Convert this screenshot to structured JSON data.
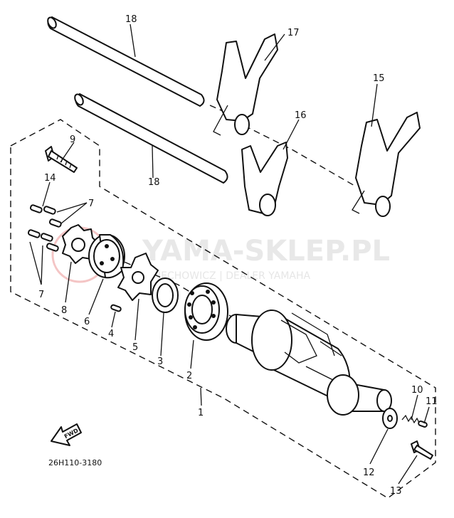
{
  "watermark": {
    "title": "YAMA-SKLEP.PL",
    "subtitle": "JECHOWICZ | DEALER YAMAHA",
    "color": "#d94040"
  },
  "diagram": {
    "part_code": "26H110-3180",
    "fwd_label": "FWD",
    "callouts": {
      "c1": "1",
      "c2": "2",
      "c3": "3",
      "c4": "4",
      "c5": "5",
      "c6": "6",
      "c7a": "7",
      "c7b": "7",
      "c8": "8",
      "c9": "9",
      "c10": "10",
      "c11": "11",
      "c12": "12",
      "c13": "13",
      "c14": "14",
      "c15": "15",
      "c16": "16",
      "c17": "17",
      "c18a": "18",
      "c18b": "18"
    }
  }
}
